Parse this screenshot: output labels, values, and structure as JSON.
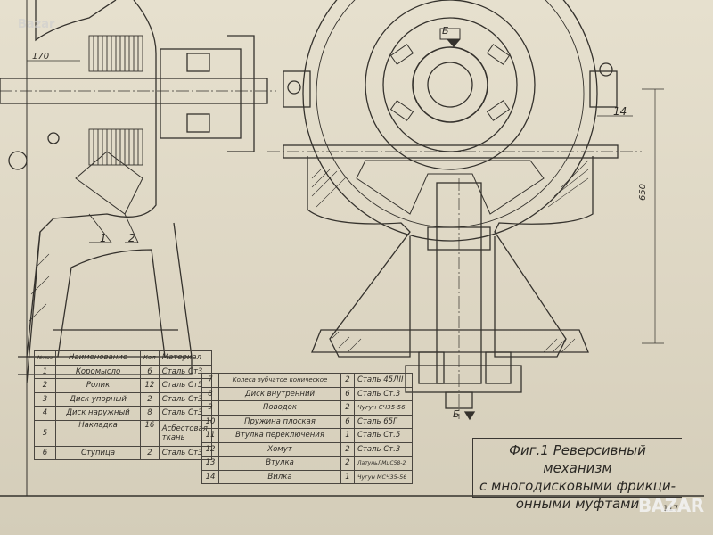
{
  "watermark_top": "Bazar",
  "logo_bottom_right": "BAZAR",
  "labels": {
    "dim_170": "170",
    "dim_650": "650",
    "section_b": "Б",
    "callout_1": "1",
    "callout_2": "2",
    "callout_14": "14"
  },
  "caption": {
    "line1": "Фиг.1 Реверсивный механизм",
    "line2": "с многодисковыми фрикци-",
    "line3": "онными муфтами"
  },
  "table_left": {
    "headers": [
      "№поз",
      "Наименование",
      "Кол",
      "Материал"
    ],
    "rows": [
      {
        "n": "1",
        "name": "Коромысло",
        "q": "6",
        "mat": "Сталь Ст3"
      },
      {
        "n": "2",
        "name": "Ролик",
        "q": "12",
        "mat": "Сталь Ст5"
      },
      {
        "n": "3",
        "name": "Диск упорный",
        "q": "2",
        "mat": "Сталь Ст3"
      },
      {
        "n": "4",
        "name": "Диск наружный",
        "q": "8",
        "mat": "Сталь Ст3"
      },
      {
        "n": "5",
        "name": "Накладка",
        "q": "16",
        "mat": "Асбестовая ткань"
      },
      {
        "n": "6",
        "name": "Ступица",
        "q": "2",
        "mat": "Сталь Ст3"
      }
    ]
  },
  "table_right": {
    "rows": [
      {
        "n": "7",
        "name": "Колеса зубчатое коническое",
        "q": "2",
        "mat": "Сталь 45ЛII"
      },
      {
        "n": "8",
        "name": "Диск внутренний",
        "q": "6",
        "mat": "Сталь Ст.3"
      },
      {
        "n": "9",
        "name": "Поводок",
        "q": "2",
        "mat": "Чугун СЧ35-56"
      },
      {
        "n": "10",
        "name": "Пружина плоская",
        "q": "6",
        "mat": "Сталь 65Г"
      },
      {
        "n": "11",
        "name": "Втулка переключения",
        "q": "1",
        "mat": "Сталь Ст.5"
      },
      {
        "n": "12",
        "name": "Хомут",
        "q": "2",
        "mat": "Сталь Ст.3"
      },
      {
        "n": "13",
        "name": "Втулка",
        "q": "2",
        "mat": "ЛатуньЛМцС58-2"
      },
      {
        "n": "14",
        "name": "Вилка",
        "q": "1",
        "mat": "Чугун МСЧ35-56"
      }
    ]
  },
  "page_number": "117",
  "colors": {
    "paper": "#e2dcca",
    "ink": "#2f2c27"
  }
}
